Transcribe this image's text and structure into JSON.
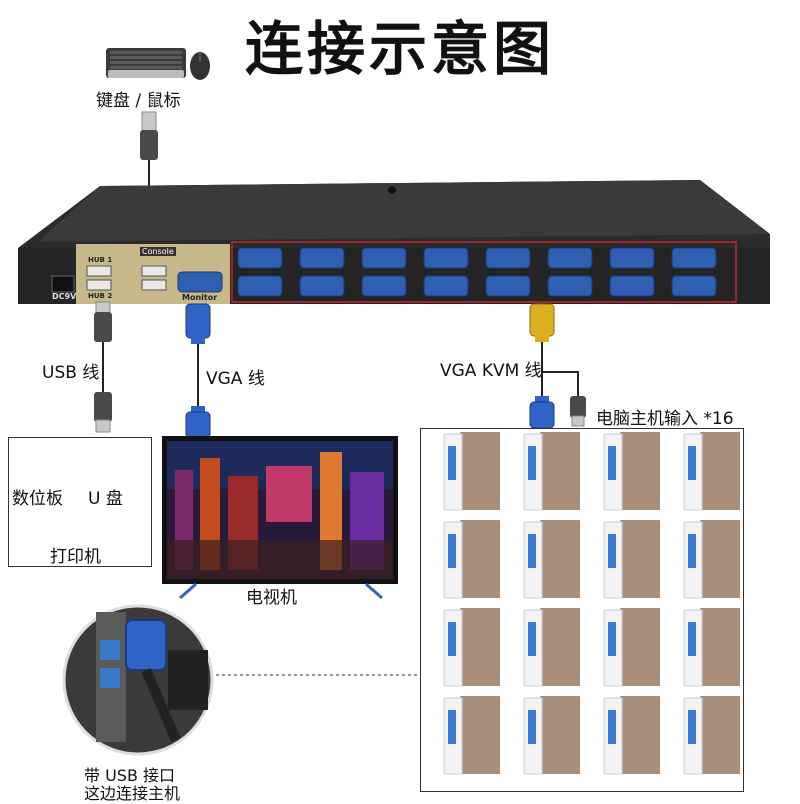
{
  "title": "连接示意图",
  "labels": {
    "keyboard_mouse": "键盘 / 鼠标",
    "usb_cable": "USB 线",
    "vga_cable": "VGA 线",
    "vga_kvm_cable": "VGA KVM 线",
    "pc_input": "电脑主机输入 *16",
    "tablet": "数位板",
    "u_disk": "U 盘",
    "printer": "打印机",
    "tv": "电视机",
    "usb_note_line1": "带 USB 接口",
    "usb_note_line2": "这边连接主机"
  },
  "device": {
    "power_label": "DC9V",
    "hub1_label": "HUB 1",
    "hub2_label": "HUB 2",
    "console_label": "Console",
    "monitor_label": "Monitor"
  },
  "pc_grid": {
    "rows": 4,
    "cols": 4
  },
  "colors": {
    "device_body": "#2b2b2b",
    "gold_panel": "#c7b98a",
    "vga_port": "#2f5fb0",
    "vga_connector_blue": "#2f63c8",
    "vga_connector_yellow": "#d8b020",
    "red_outline": "#c0262c",
    "pc_case": "#a88f7b",
    "pc_front": "#f2f2f2",
    "pc_glow": "#3a7bd5"
  }
}
